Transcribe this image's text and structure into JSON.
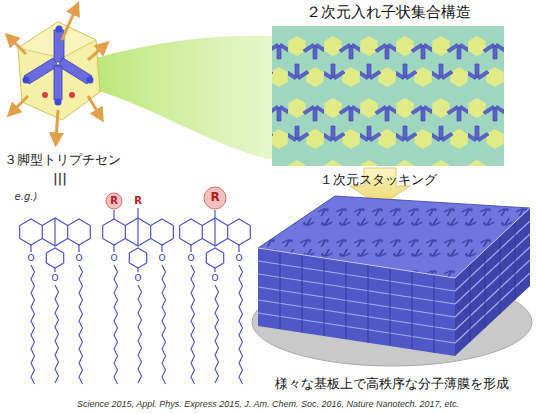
{
  "diagram": {
    "labels": [
      "３脚型トリプチセン",
      "|||",
      "e.g.)",
      "R",
      "R",
      "R",
      "O",
      "O",
      "O",
      "O",
      "O",
      "O",
      "O",
      "O",
      "O",
      "２次元入れ子状集合構造",
      "１次元スタッキング",
      "様々な基板上で高秩序な分子薄膜を形成",
      "Science 2015, Appl. Phys. Express 2015, J. Am. Chem. Soc. 2016, Nature Nanotech. 2017, etc."
    ]
  }
}
